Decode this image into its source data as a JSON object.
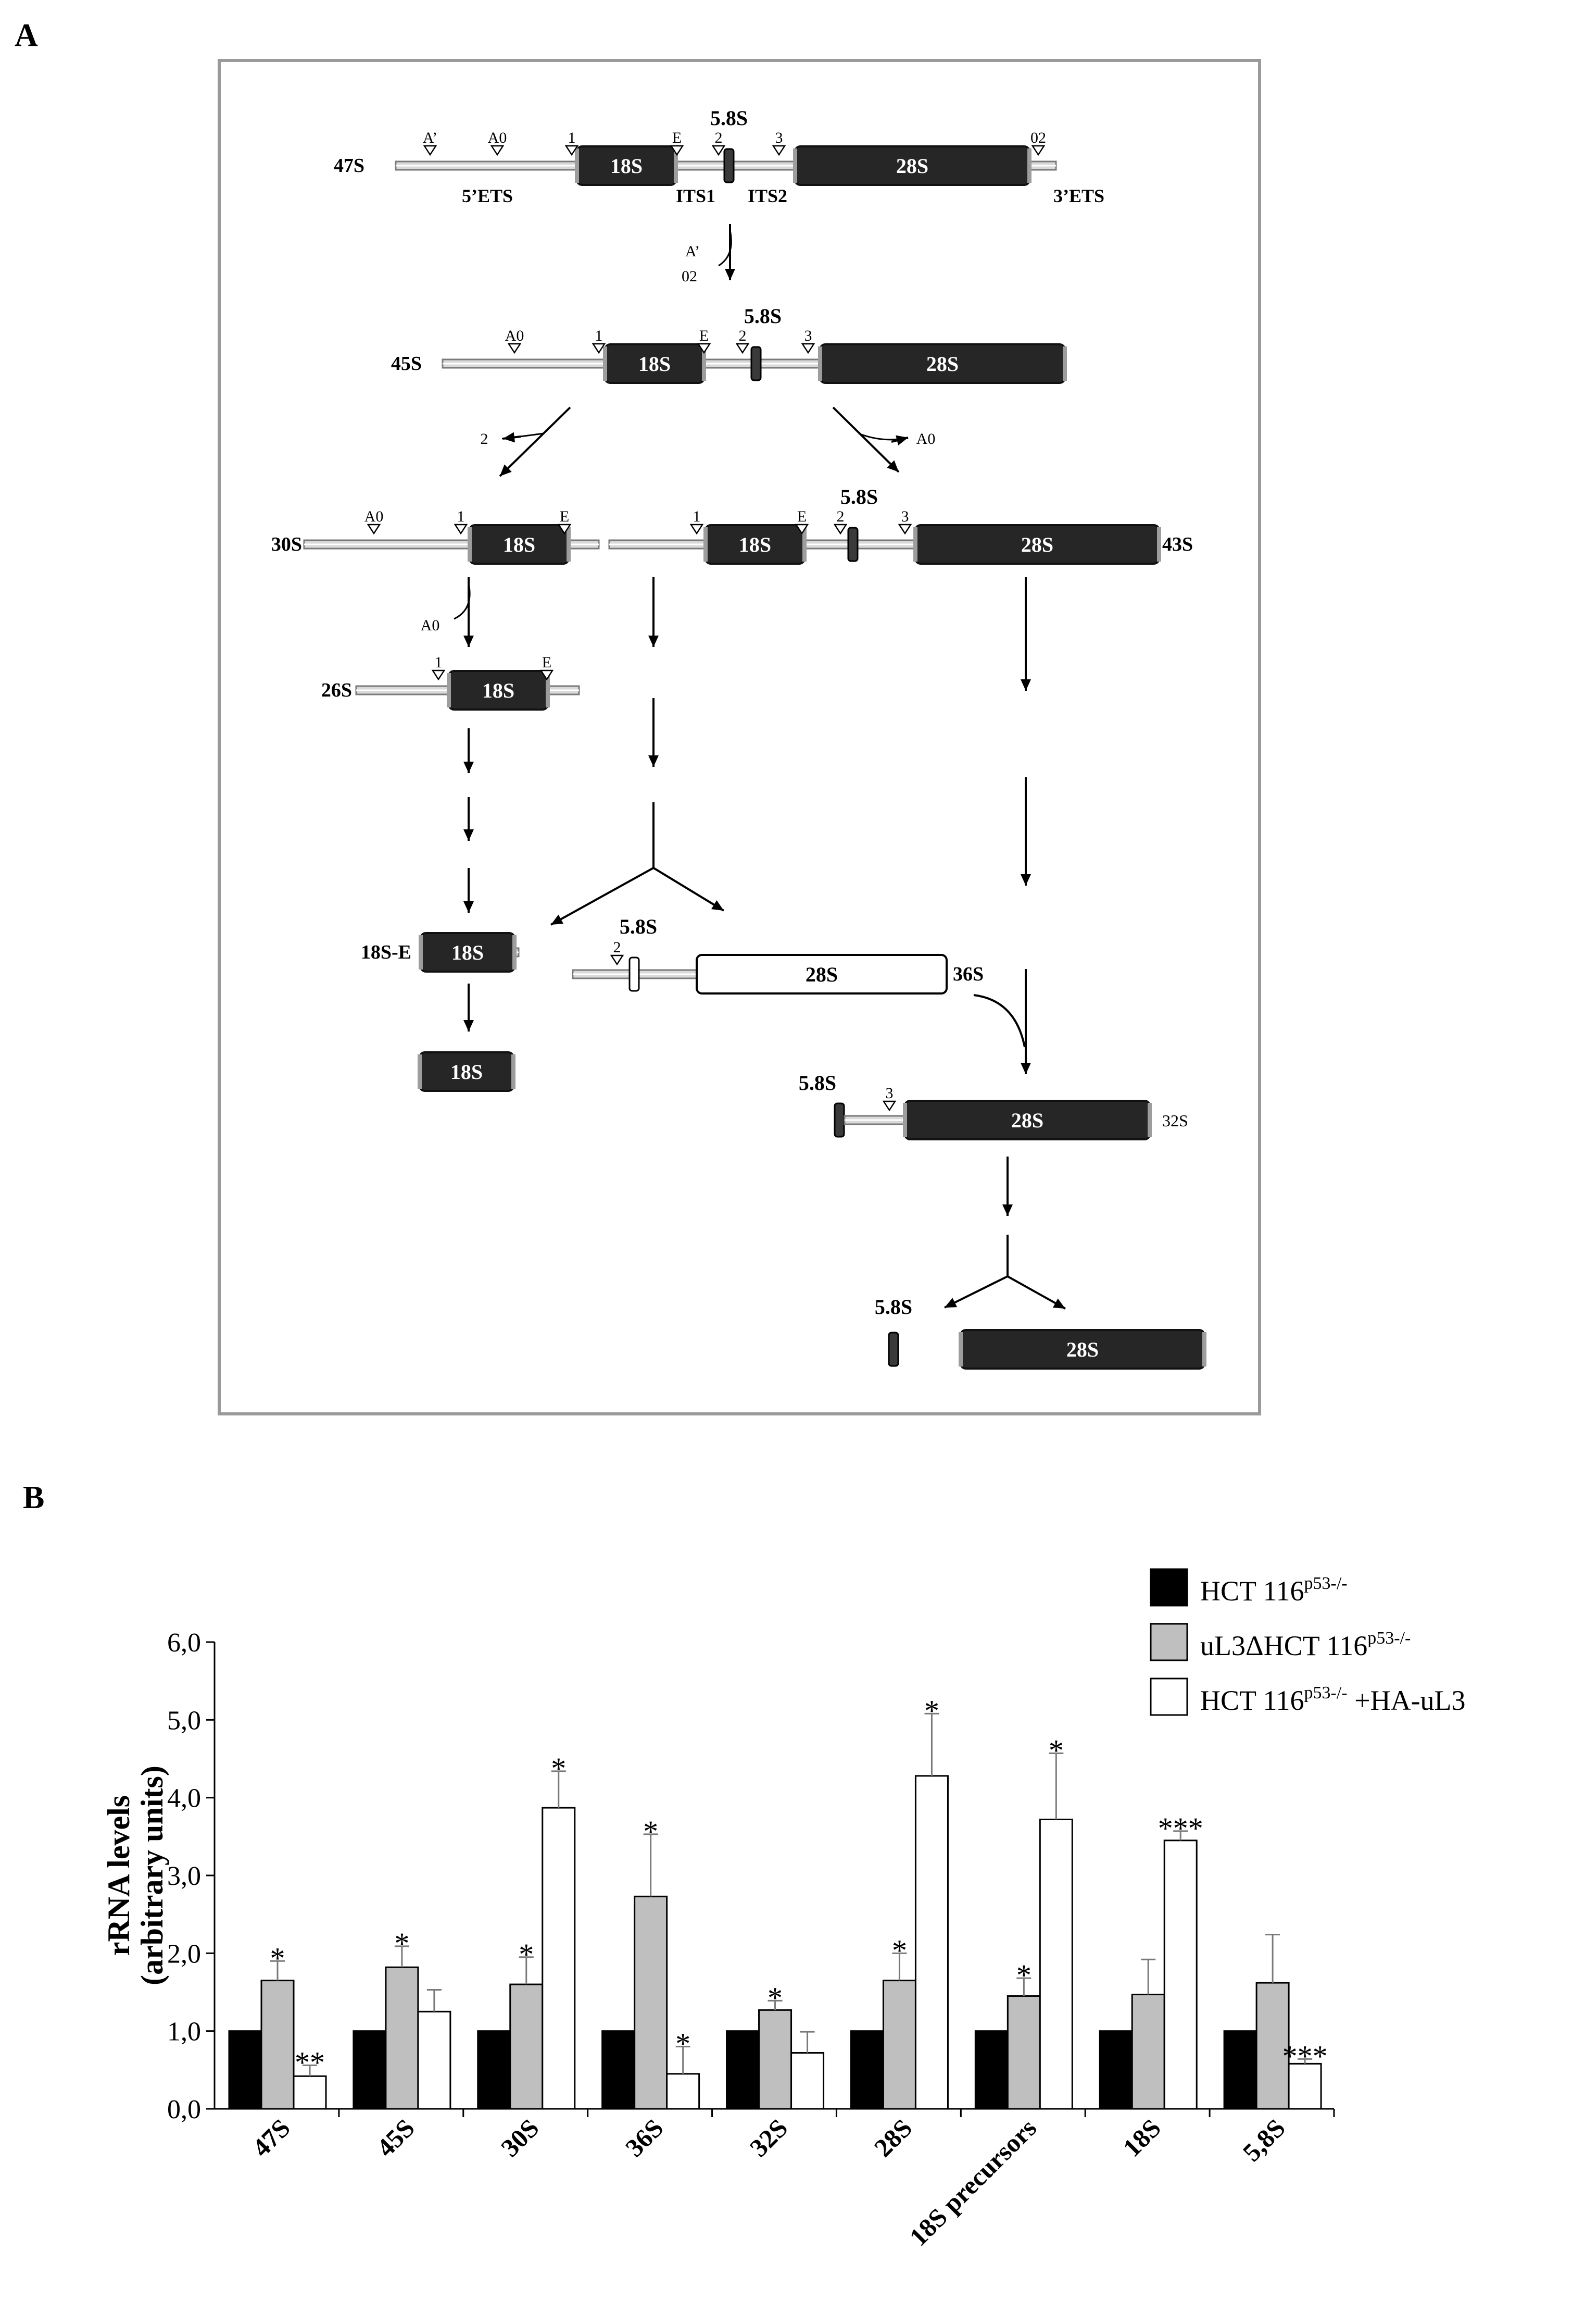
{
  "panel_a": {
    "label": "A",
    "rows": [
      {
        "name": "47S",
        "sites": [
          "A’",
          "A0",
          "1",
          "E",
          "2",
          "3",
          "02"
        ],
        "top_58": "5.8S",
        "regions": [
          "18S",
          "28S"
        ],
        "bottom_labels": [
          "5’ETS",
          "ITS1",
          "ITS2",
          "3’ETS"
        ]
      },
      {
        "name": "45S",
        "sites": [
          "A0",
          "1",
          "E",
          "2",
          "3"
        ],
        "top_58": "5.8S",
        "regions": [
          "18S",
          "28S"
        ]
      },
      {
        "name": "30S",
        "sites": [
          "A0",
          "1",
          "E"
        ],
        "regions": [
          "18S"
        ]
      },
      {
        "name": "43S",
        "sites": [
          "1",
          "E",
          "2",
          "3"
        ],
        "top_58": "5.8S",
        "regions": [
          "18S",
          "28S"
        ]
      },
      {
        "name": "26S",
        "sites": [
          "1",
          "E"
        ],
        "regions": [
          "18S"
        ]
      },
      {
        "name": "18S-E",
        "regions": [
          "18S"
        ]
      },
      {
        "name": "18S",
        "regions": [
          "18S"
        ]
      },
      {
        "name": "36S",
        "sites": [
          "2"
        ],
        "top_58": "5.8S",
        "regions": [
          "28S"
        ]
      },
      {
        "name": "32S",
        "sites": [
          "3"
        ],
        "top_58": "5.8S",
        "regions": [
          "28S"
        ]
      },
      {
        "name": "final",
        "top_58": "5.8S",
        "regions": [
          "28S"
        ]
      }
    ],
    "cleavage_labels": {
      "step1a": "A’",
      "step1b": "02",
      "left": "2",
      "right": "A0",
      "down30": "A0"
    }
  },
  "panel_b": {
    "label": "B",
    "legend": [
      {
        "base": "HCT 116",
        "sup": "p53-/-",
        "suffix": "",
        "color": "#000000"
      },
      {
        "base": "uL3ΔHCT 116",
        "sup": "p53-/-",
        "suffix": "",
        "color": "#bfbfbf"
      },
      {
        "base": "HCT 116",
        "sup": "p53-/-",
        "suffix": " +HA-uL3",
        "color": "#ffffff"
      }
    ]
  },
  "chart_data": {
    "type": "bar",
    "title": "",
    "ylabel_line1": "rRNA levels",
    "ylabel_line2": "(arbitrary units)",
    "ylim": [
      0,
      6
    ],
    "yticks": [
      "0,0",
      "1,0",
      "2,0",
      "3,0",
      "4,0",
      "5,0",
      "6,0"
    ],
    "categories": [
      "47S",
      "45S",
      "30S",
      "36S",
      "32S",
      "28S",
      "18S precursors",
      "18S",
      "5,8S"
    ],
    "series": [
      {
        "name": "HCT 116p53-/-",
        "color": "#000000",
        "values": [
          1.0,
          1.0,
          1.0,
          1.0,
          1.0,
          1.0,
          1.0,
          1.0,
          1.0
        ],
        "errors": [
          0,
          0,
          0,
          0,
          0,
          0,
          0,
          0,
          0
        ],
        "sig": [
          "",
          "",
          "",
          "",
          "",
          "",
          "",
          "",
          ""
        ]
      },
      {
        "name": "uL3ΔHCT 116p53-/-",
        "color": "#bfbfbf",
        "values": [
          1.65,
          1.82,
          1.6,
          2.73,
          1.27,
          1.65,
          1.45,
          1.47,
          1.62
        ],
        "errors": [
          0.25,
          0.27,
          0.35,
          0.8,
          0.12,
          0.35,
          0.23,
          0.45,
          0.62
        ],
        "sig": [
          "*",
          "*",
          "*",
          "*",
          "*",
          "*",
          "*",
          "",
          ""
        ]
      },
      {
        "name": "HCT 116p53-/- +HA-uL3",
        "color": "#ffffff",
        "values": [
          0.42,
          1.25,
          3.87,
          0.45,
          0.72,
          4.28,
          3.72,
          3.45,
          0.58
        ],
        "errors": [
          0.14,
          0.28,
          0.47,
          0.35,
          0.27,
          0.8,
          0.85,
          0.12,
          0.06
        ],
        "sig": [
          "**",
          "",
          "*",
          "*",
          "",
          "*",
          "*",
          "***",
          "***"
        ]
      }
    ]
  }
}
